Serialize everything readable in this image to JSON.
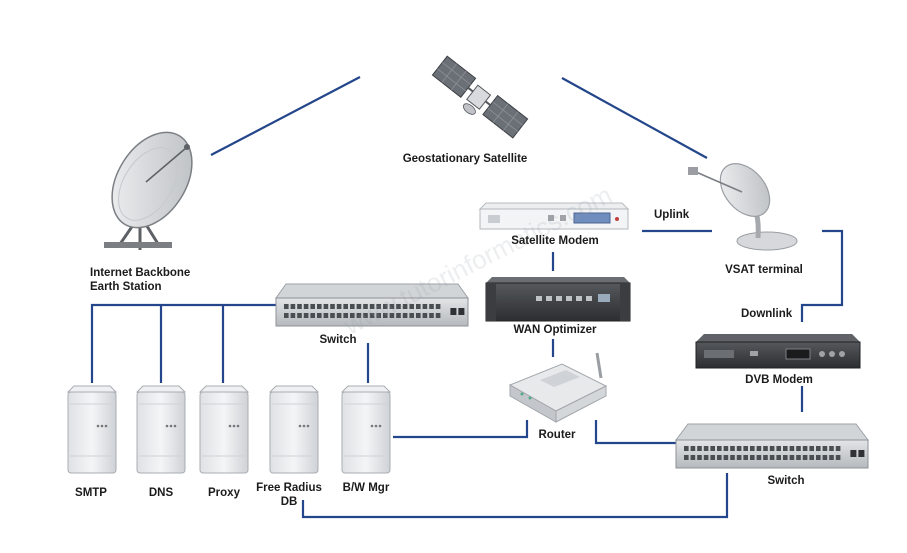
{
  "labels": {
    "satellite": "Geostationary Satellite",
    "earth_station_line1": "Internet Backbone",
    "earth_station_line2": "Earth Station",
    "vsat": "VSAT terminal",
    "uplink": "Uplink",
    "downlink": "Downlink",
    "satellite_modem": "Satellite Modem",
    "wan_optimizer": "WAN Optimizer",
    "dvb_modem": "DVB Modem",
    "router": "Router",
    "switch_left": "Switch",
    "switch_right": "Switch",
    "server_smtp": "SMTP",
    "server_dns": "DNS",
    "server_proxy": "Proxy",
    "server_radius_line1": "Free Radius",
    "server_radius_line2": "DB",
    "server_bw": "B/W Mgr"
  },
  "watermark": "www.tutorinformatics.com",
  "colors": {
    "link": "#24468a",
    "device_body": "#c9ccd0",
    "label": "#1b1b1b"
  }
}
